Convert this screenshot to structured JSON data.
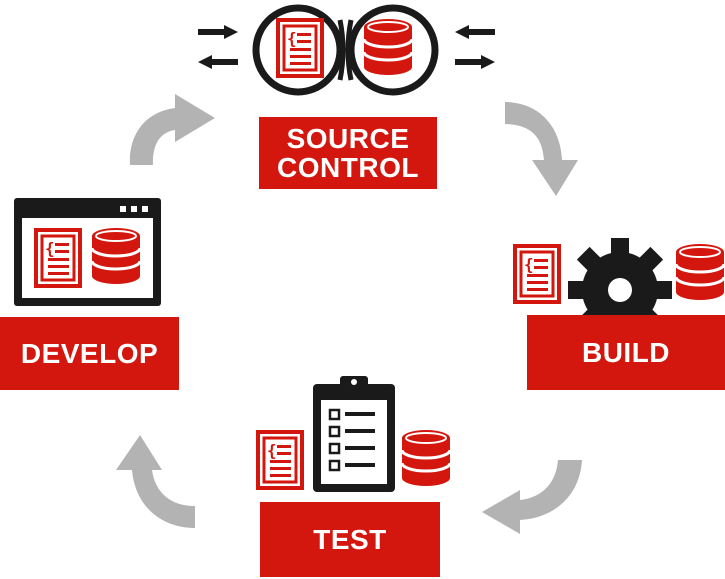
{
  "labels": {
    "source_control_line1": "SOURCE",
    "source_control_line2": "CONTROL",
    "develop": "DEVELOP",
    "build": "BUILD",
    "test": "TEST"
  },
  "colors": {
    "accent_red": "#d4170e",
    "icon_black": "#1a1a1a",
    "arrow_gray": "#b3b3b3"
  },
  "icons": [
    "code-document-icon",
    "database-icon",
    "browser-window-icon",
    "gear-icon",
    "clipboard-checklist-icon",
    "sync-arrows-icon",
    "cycle-arrow-icon"
  ]
}
